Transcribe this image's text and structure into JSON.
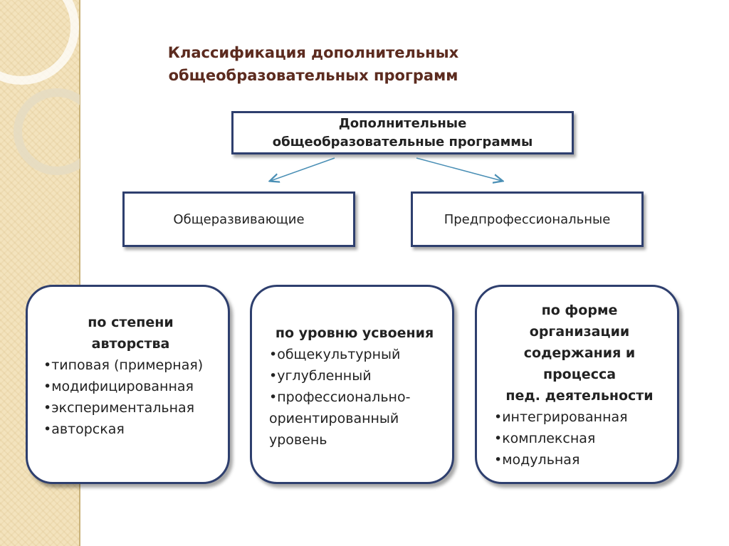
{
  "title": "Классификация дополнительных общеобразовательных программ",
  "top_box": {
    "line1": "Дополнительные",
    "line2": "общеобразовательные программы"
  },
  "types": {
    "left": "Общеразвивающие",
    "right": "Предпрофессиональные"
  },
  "cards": [
    {
      "heading_lines": [
        "по степени",
        "авторства"
      ],
      "items": [
        "•типовая (примерная)",
        "•модифицированная",
        "•экспериментальная",
        "•авторская"
      ]
    },
    {
      "heading_lines": [
        "по уровню усвоения"
      ],
      "items": [
        "•общекультурный",
        "•углубленный",
        "•профессионально-",
        "ориентированный",
        "уровень"
      ]
    },
    {
      "heading_lines": [
        "по форме организации",
        "содержания и",
        "процесса",
        "пед. деятельности"
      ],
      "items": [
        "•интегрированная",
        "•комплексная",
        "•модульная"
      ]
    }
  ],
  "colors": {
    "title": "#5c2b1f",
    "border": "#2e3f6e",
    "arrow": "#4a8fb5",
    "side_strip": "#f3e3bd"
  }
}
